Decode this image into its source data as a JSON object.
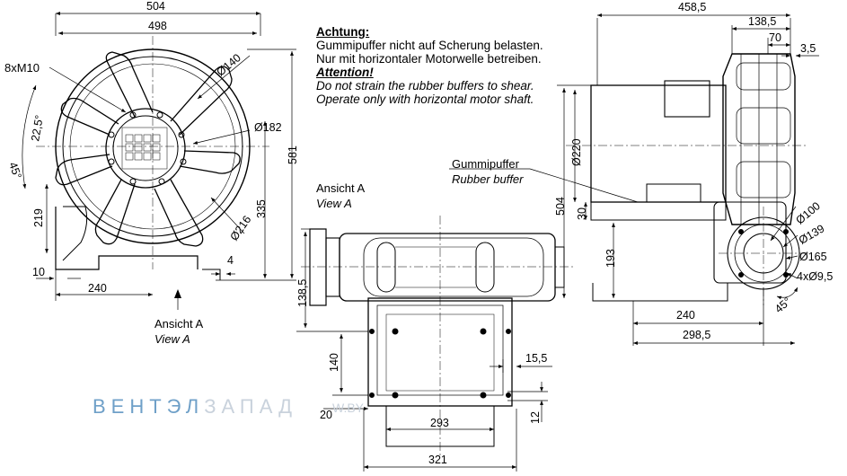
{
  "note": {
    "de_heading": "Achtung:",
    "de_line1": "Gummipuffer nicht auf Scherung belasten.",
    "de_line2": "Nur mit horizontaler Motorwelle betreiben.",
    "en_heading": "Attention!",
    "en_line1": "Do not strain the rubber buffers to shear.",
    "en_line2": "Operate only with horizontal motor shaft."
  },
  "labels": {
    "view_a_de_1": "Ansicht A",
    "view_a_en_1": "View A",
    "view_a_de_2": "Ansicht A",
    "view_a_en_2": "View A",
    "buffer_de": "Gummipuffer",
    "buffer_en": "Rubber buffer",
    "bolts": "8xM10"
  },
  "watermark": {
    "part1": "ВЕНТЭЛ",
    "part2": "ЗАПАД",
    "site": "W.BY"
  },
  "dims": {
    "front_504": "504",
    "front_498": "498",
    "front_d140": "Ø140",
    "front_d182": "Ø182",
    "front_581": "581",
    "front_335": "335",
    "front_d216": "Ø216",
    "front_225": "22,5°",
    "front_45": "45°",
    "front_219": "219",
    "front_10": "10",
    "front_240": "240",
    "front_4": "4",
    "bottom_1385": "138,5",
    "bottom_140": "140",
    "bottom_20": "20",
    "bottom_293": "293",
    "bottom_321": "321",
    "bottom_155": "15,5",
    "bottom_12": "12",
    "side_4585": "458,5",
    "side_1385": "138,5",
    "side_70": "70",
    "side_35": "3,5",
    "side_d220": "Ø220",
    "side_504": "504",
    "side_30": "30",
    "side_193": "193",
    "side_240": "240",
    "side_2985": "298,5",
    "side_d100": "Ø100",
    "side_d139": "Ø139",
    "side_d165": "Ø165",
    "side_holes": "4xØ9,5",
    "side_45": "45°"
  }
}
